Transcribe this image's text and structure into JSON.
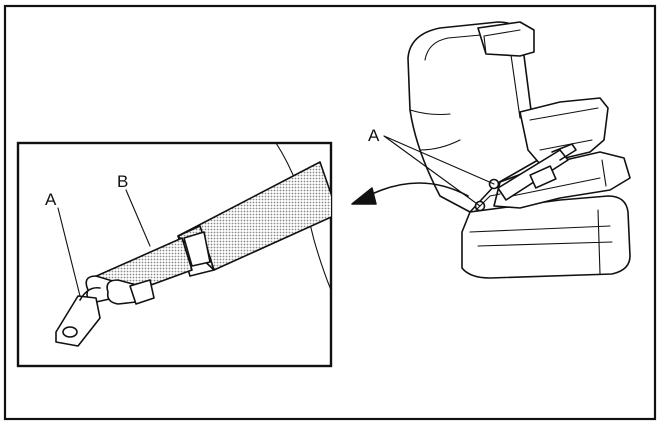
{
  "diagram": {
    "callouts": {
      "inset_anchor": "A",
      "inset_strap": "B",
      "seat_anchors": "A"
    }
  },
  "colors": {
    "ink": "#111111",
    "background": "#ffffff",
    "strap_fill": "#c9c9c9"
  }
}
